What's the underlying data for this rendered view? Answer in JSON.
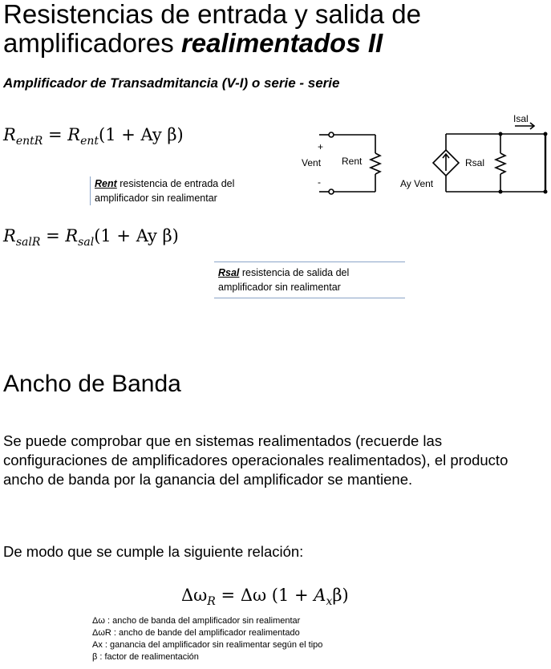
{
  "title": {
    "line1": "Resistencias de entrada y salida de",
    "line2_plain": "amplificadores ",
    "line2_emph": "realimentados II"
  },
  "subtitle": "Amplificador de Transadmitancia (V-I) o serie - serie",
  "eq_entrada": {
    "lhs_var": "R",
    "lhs_sub": "entR",
    "equals": "=",
    "rhs_var": "R",
    "rhs_sub": "ent",
    "rhs_factor": "(1 + Ay β)"
  },
  "note_rent": {
    "key": "Rent",
    "text": " resistencia de entrada del",
    "line2": "amplificador sin realimentar"
  },
  "eq_salida": {
    "lhs_var": "R",
    "lhs_sub": "salR",
    "equals": "=",
    "rhs_var": "R",
    "rhs_sub": "sal",
    "rhs_factor": "(1 + Ay β)"
  },
  "note_rsal": {
    "key": "Rsal",
    "text": " resistencia de salida del",
    "line2": "amplificador sin realimentar"
  },
  "circuit": {
    "plus": "+",
    "minus": "-",
    "vent": "Vent",
    "rent": "Rent",
    "isal": "Isal",
    "rsal": "Rsal",
    "ayvent": "Ay Vent"
  },
  "section2_title": "Ancho de Banda",
  "paragraph1": "Se puede comprobar que en sistemas realimentados (recuerde las configuraciones de amplificadores operacionales realimentados), el producto ancho de banda por la ganancia del amplificador se mantiene.",
  "paragraph2": "De modo que se cumple la siguiente relación:",
  "eq_bw": {
    "lhs": "Δω",
    "lhs_sub": "R",
    "equals": "=",
    "rhs": "Δω (1 + ",
    "rhs_var": "A",
    "rhs_sub": "x",
    "rhs_end": "β)"
  },
  "legend": [
    "Δω : ancho de banda del amplificador sin realimentar",
    "ΔωR : ancho de bande del amplificador realimentado",
    "Ax : ganancia del amplificador sin realimentar según el tipo",
    "β : factor de realimentación"
  ]
}
